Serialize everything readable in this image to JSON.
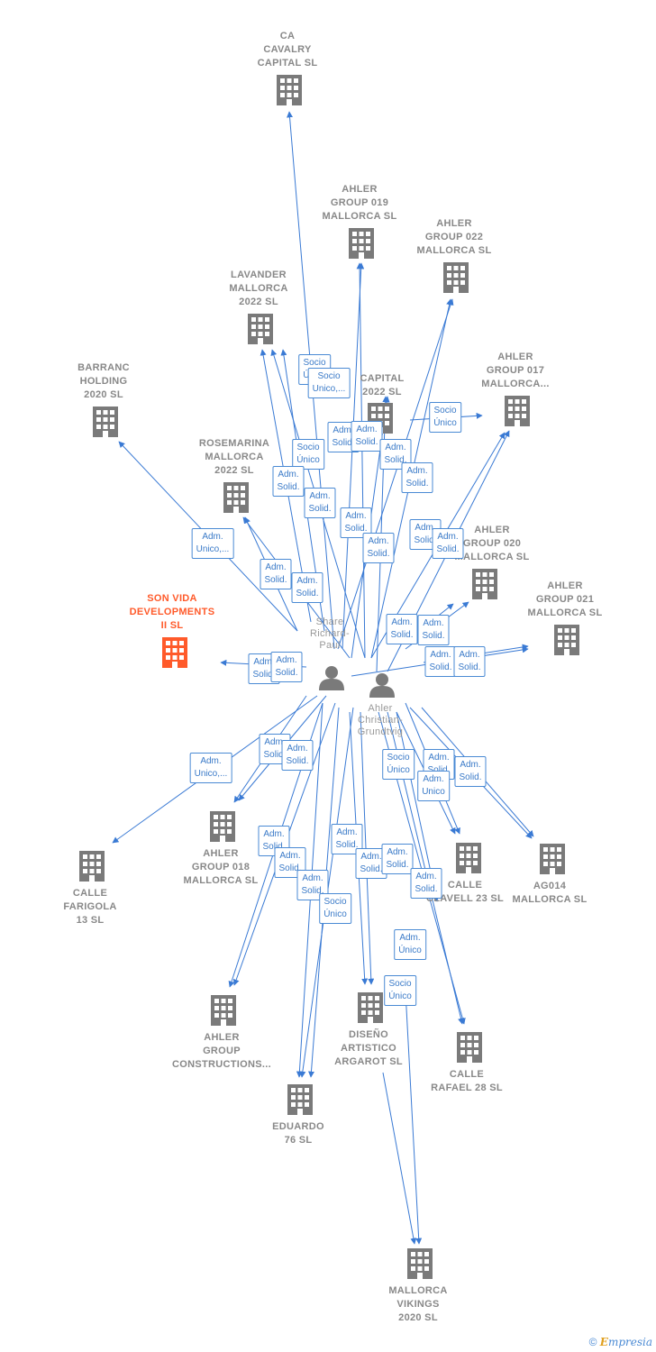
{
  "colors": {
    "edge": "#3a7ad4",
    "company_icon": "#7a7a7a",
    "main_icon": "#ff5a2a",
    "person_icon": "#7a7a7a",
    "label_text": "#888888",
    "label_main": "#ff5a2a"
  },
  "people": [
    {
      "id": "share",
      "lines": [
        "Share",
        "Richard-",
        "Paul"
      ],
      "icon": "person-icon"
    },
    {
      "id": "ahler",
      "lines": [
        "Ahler",
        "Christian-",
        "Grundtvig"
      ],
      "icon": "person-icon"
    }
  ],
  "companies": [
    {
      "id": "cavalry",
      "lines": [
        "CA",
        "CAVALRY",
        "CAPITAL  SL"
      ]
    },
    {
      "id": "ag019",
      "lines": [
        "AHLER",
        "GROUP 019",
        "MALLORCA  SL"
      ]
    },
    {
      "id": "ag022",
      "lines": [
        "AHLER",
        "GROUP 022",
        "MALLORCA  SL"
      ]
    },
    {
      "id": "lavander",
      "lines": [
        "LAVANDER",
        "MALLORCA",
        "2022  SL"
      ]
    },
    {
      "id": "barranc",
      "lines": [
        "BARRANC",
        "HOLDING",
        "2020  SL"
      ]
    },
    {
      "id": "capital2022",
      "lines": [
        "CAPITAL",
        "2022  SL"
      ]
    },
    {
      "id": "ag017",
      "lines": [
        "AHLER",
        "GROUP 017",
        "MALLORCA..."
      ]
    },
    {
      "id": "rosemarina",
      "lines": [
        "ROSEMARINA",
        "MALLORCA",
        "2022  SL"
      ]
    },
    {
      "id": "ag020",
      "lines": [
        "AHLER",
        "GROUP 020",
        "MALLORCA  SL"
      ]
    },
    {
      "id": "sonvida",
      "lines": [
        "SON VIDA",
        "DEVELOPMENTS",
        "II  SL"
      ],
      "main": true
    },
    {
      "id": "ag021",
      "lines": [
        "AHLER",
        "GROUP 021",
        "MALLORCA  SL"
      ]
    },
    {
      "id": "ag018",
      "lines": [
        "AHLER",
        "GROUP 018",
        "MALLORCA  SL"
      ]
    },
    {
      "id": "farigola",
      "lines": [
        "CALLE",
        "FARIGOLA",
        "13  SL"
      ]
    },
    {
      "id": "clavell",
      "lines": [
        "CALLE",
        "CLAVELL 23  SL"
      ]
    },
    {
      "id": "ag014",
      "lines": [
        "AG014",
        "MALLORCA  SL"
      ]
    },
    {
      "id": "constructions",
      "lines": [
        "AHLER",
        "GROUP",
        "CONSTRUCTIONS..."
      ]
    },
    {
      "id": "argarot",
      "lines": [
        "DISEÑO",
        "ARTISTICO",
        "ARGAROT  SL"
      ]
    },
    {
      "id": "rafael",
      "lines": [
        "CALLE",
        "RAFAEL 28  SL"
      ]
    },
    {
      "id": "eduardo",
      "lines": [
        "EDUARDO",
        "76  SL"
      ]
    },
    {
      "id": "vikings",
      "lines": [
        "MALLORCA",
        "VIKINGS",
        "2020  SL"
      ]
    }
  ],
  "edge_labels": [
    {
      "lines": [
        "Socio",
        "Único"
      ]
    },
    {
      "lines": [
        "Socio",
        "Unico,..."
      ]
    },
    {
      "lines": [
        "Socio",
        "Único"
      ]
    },
    {
      "lines": [
        "Adm.",
        "Solid."
      ]
    },
    {
      "lines": [
        "Adm.",
        "Solid."
      ]
    },
    {
      "lines": [
        "Socio",
        "Único"
      ]
    },
    {
      "lines": [
        "Adm.",
        "Solid."
      ]
    },
    {
      "lines": [
        "Adm.",
        "Solid."
      ]
    },
    {
      "lines": [
        "Adm.",
        "Solid."
      ]
    },
    {
      "lines": [
        "Adm.",
        "Solid."
      ]
    },
    {
      "lines": [
        "Adm.",
        "Unico,..."
      ]
    },
    {
      "lines": [
        "Adm.",
        "Solid."
      ]
    },
    {
      "lines": [
        "Adm.",
        "Solid."
      ]
    },
    {
      "lines": [
        "Adm.",
        "Solid."
      ]
    },
    {
      "lines": [
        "Adm.",
        "Solid."
      ]
    },
    {
      "lines": [
        "Adm.",
        "Solid."
      ]
    },
    {
      "lines": [
        "Adm.",
        "Solid."
      ]
    },
    {
      "lines": [
        "Adm.",
        "Solid."
      ]
    },
    {
      "lines": [
        "Adm.",
        "Solid."
      ]
    },
    {
      "lines": [
        "Adm.",
        "Solid."
      ]
    },
    {
      "lines": [
        "Adm.",
        "Solid."
      ]
    },
    {
      "lines": [
        "Adm.",
        "Solid."
      ]
    },
    {
      "lines": [
        "Adm.",
        "Solid."
      ]
    },
    {
      "lines": [
        "Adm.",
        "Unico,..."
      ]
    },
    {
      "lines": [
        "Adm.",
        "Solid."
      ]
    },
    {
      "lines": [
        "Adm.",
        "Solid."
      ]
    },
    {
      "lines": [
        "Socio",
        "Único"
      ]
    },
    {
      "lines": [
        "Adm.",
        "Solid."
      ]
    },
    {
      "lines": [
        "Adm.",
        "Unico"
      ]
    },
    {
      "lines": [
        "Adm.",
        "Solid."
      ]
    },
    {
      "lines": [
        "Adm.",
        "Solid."
      ]
    },
    {
      "lines": [
        "Adm.",
        "Solid."
      ]
    },
    {
      "lines": [
        "Adm.",
        "Solid."
      ]
    },
    {
      "lines": [
        "Adm.",
        "Solid."
      ]
    },
    {
      "lines": [
        "Adm.",
        "Solid."
      ]
    },
    {
      "lines": [
        "Adm.",
        "Solid."
      ]
    },
    {
      "lines": [
        "Adm.",
        "Solid."
      ]
    },
    {
      "lines": [
        "Socio",
        "Único"
      ]
    },
    {
      "lines": [
        "Adm.",
        "Único"
      ]
    },
    {
      "lines": [
        "Socio",
        "Único"
      ]
    }
  ],
  "footer": {
    "copyright": "©",
    "brand_first": "E",
    "brand_rest": "mpresia"
  }
}
